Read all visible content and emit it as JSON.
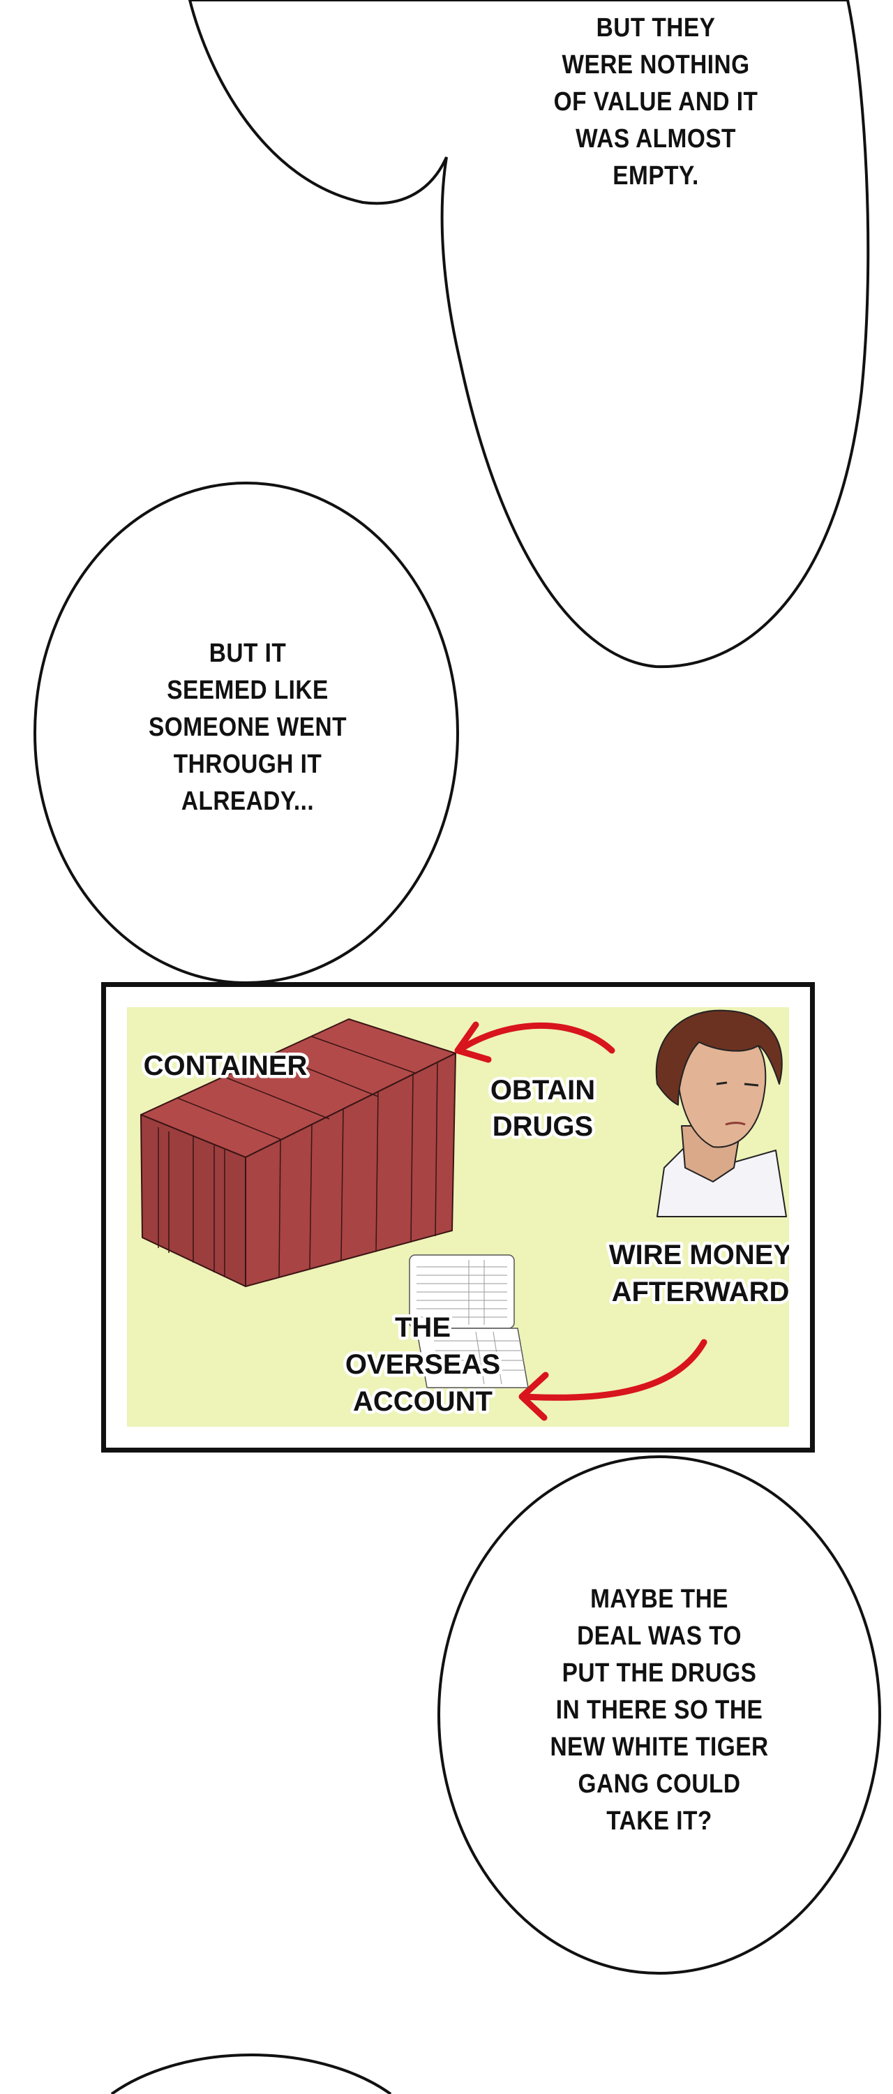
{
  "bubbles": [
    {
      "lines": [
        "BUT THEY",
        "WERE NOTHING",
        "OF VALUE AND IT",
        "WAS ALMOST",
        "EMPTY."
      ]
    },
    {
      "lines": [
        "BUT IT",
        "SEEMED LIKE",
        "SOMEONE WENT",
        "THROUGH IT",
        "ALREADY..."
      ]
    },
    {
      "lines": [
        "MAYBE THE",
        "DEAL WAS TO",
        "PUT THE DRUGS",
        "IN THERE SO THE",
        "NEW WHITE TIGER",
        "GANG COULD",
        "TAKE IT?"
      ]
    }
  ],
  "panel": {
    "background": "#eef3b8",
    "container_color": "#a84444",
    "arrow_color": "#d8141c",
    "labels": {
      "container": "CONTAINER",
      "obtain": [
        "OBTAIN",
        "DRUGS"
      ],
      "wire": [
        "WIRE MONEY",
        "AFTERWARD"
      ],
      "account": [
        "THE",
        "OVERSEAS",
        "ACCOUNT"
      ]
    }
  }
}
